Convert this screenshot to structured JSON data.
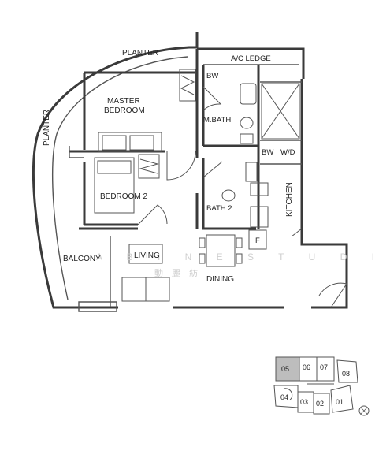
{
  "rooms": {
    "planter_top": "PLANTER",
    "planter_left": "PLANTER",
    "ac_ledge": "A/C LEDGE",
    "bw_top": "BW",
    "master_bedroom_line1": "MASTER",
    "master_bedroom_line2": "BEDROOM",
    "m_bath": "M.BATH",
    "bw_mid": "BW",
    "wd": "W/D",
    "bedroom2": "BEDROOM 2",
    "bath2": "BATH 2",
    "kitchen": "KITCHEN",
    "fridge": "F",
    "balcony": "BALCONY",
    "living": "LIVING",
    "dining": "DINING"
  },
  "watermark": {
    "latin": "A B I N E   S T U D I O",
    "chinese": "動 麗 紡"
  },
  "key_plan": {
    "units": [
      "05",
      "06",
      "07",
      "08",
      "04",
      "03",
      "02",
      "01"
    ],
    "highlighted_unit": "05",
    "compass": "north-arrow-icon"
  },
  "colors": {
    "wall": "#3a3a3a",
    "highlight": "#bdbdbd"
  }
}
